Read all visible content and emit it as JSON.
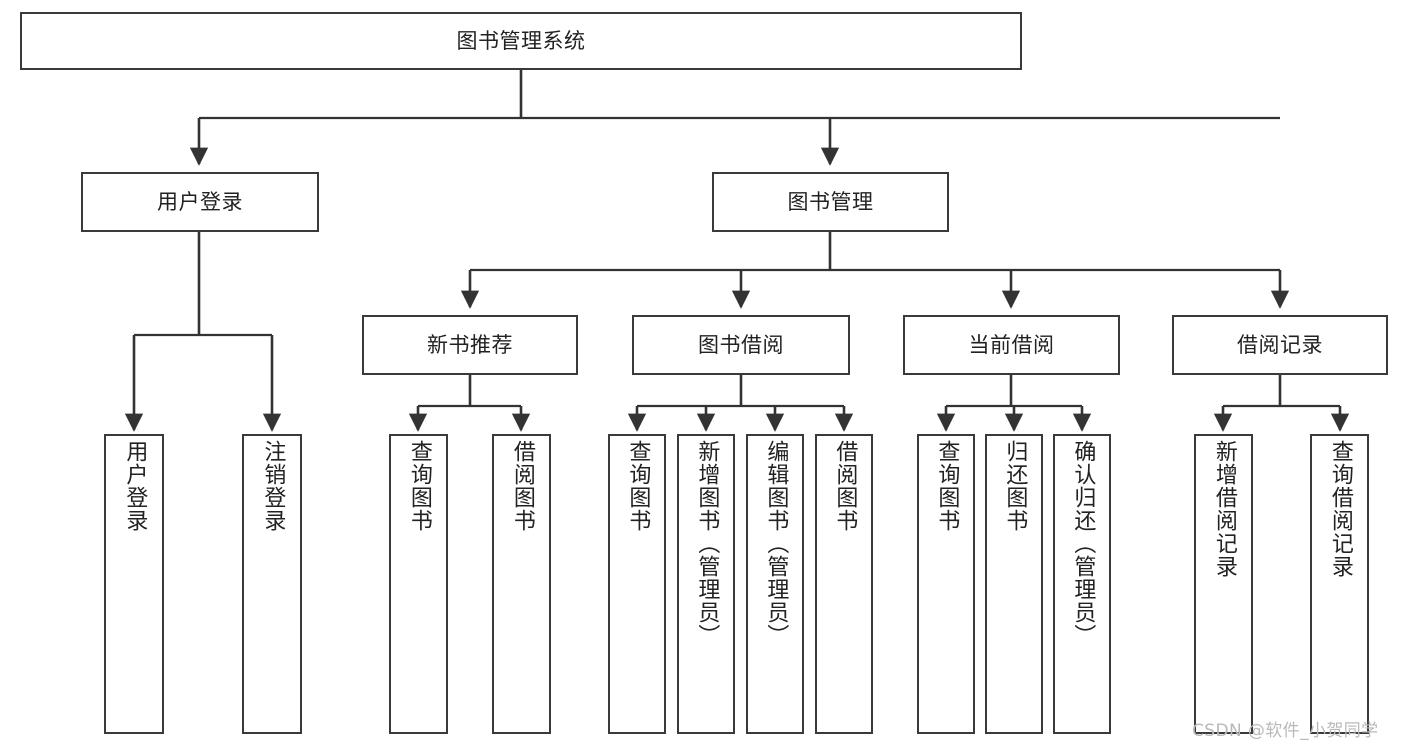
{
  "diagram": {
    "title": "图书管理系统",
    "type": "hierarchy-tree",
    "orientation": "top-down",
    "colors": {
      "box_border": "#3a3a3a",
      "box_fill": "#ffffff",
      "edge": "#333333",
      "text": "#222222",
      "watermark": "#b9b9b9",
      "background": "#ffffff"
    },
    "nodes": {
      "root": {
        "label": "图书管理系统",
        "level": 1
      },
      "level2": [
        {
          "id": "user-login",
          "label": "用户登录"
        },
        {
          "id": "book-manage",
          "label": "图书管理"
        }
      ],
      "level3": [
        {
          "id": "new-book-rec",
          "label": "新书推荐",
          "parent": "book-manage"
        },
        {
          "id": "book-borrow",
          "label": "图书借阅",
          "parent": "book-manage"
        },
        {
          "id": "current-borrow",
          "label": "当前借阅",
          "parent": "book-manage"
        },
        {
          "id": "borrow-record",
          "label": "借阅记录",
          "parent": "book-manage"
        }
      ],
      "leaves": [
        {
          "id": "leaf-user-login",
          "label": "用户登录",
          "parent": "user-login"
        },
        {
          "id": "leaf-logout",
          "label": "注销登录",
          "parent": "user-login"
        },
        {
          "id": "leaf-query-book-1",
          "label": "查询图书",
          "parent": "new-book-rec"
        },
        {
          "id": "leaf-borrow-book-1",
          "label": "借阅图书",
          "parent": "new-book-rec"
        },
        {
          "id": "leaf-query-book-2",
          "label": "查询图书",
          "parent": "book-borrow"
        },
        {
          "id": "leaf-add-book",
          "label": "新增图书（管理员）",
          "parent": "book-borrow"
        },
        {
          "id": "leaf-edit-book",
          "label": "编辑图书（管理员）",
          "parent": "book-borrow"
        },
        {
          "id": "leaf-borrow-book-2",
          "label": "借阅图书",
          "parent": "book-borrow"
        },
        {
          "id": "leaf-query-book-3",
          "label": "查询图书",
          "parent": "current-borrow"
        },
        {
          "id": "leaf-return-book",
          "label": "归还图书",
          "parent": "current-borrow"
        },
        {
          "id": "leaf-confirm-return",
          "label": "确认归还（管理员）",
          "parent": "current-borrow"
        },
        {
          "id": "leaf-add-record",
          "label": "新增借阅记录",
          "parent": "borrow-record"
        },
        {
          "id": "leaf-query-record",
          "label": "查询借阅记录",
          "parent": "borrow-record"
        }
      ]
    },
    "watermark": "CSDN @软件_小贺同学"
  }
}
